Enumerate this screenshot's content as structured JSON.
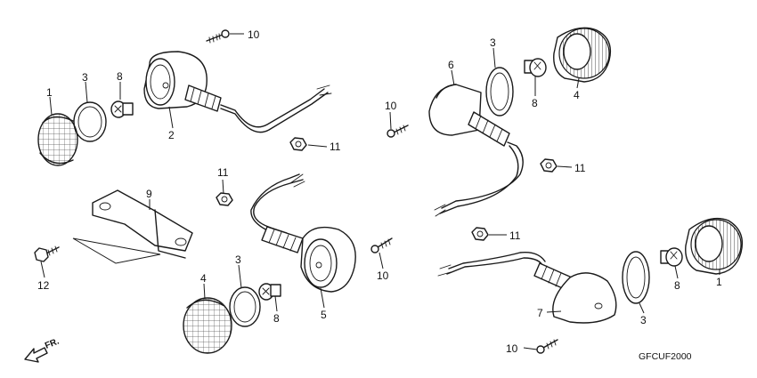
{
  "diagram": {
    "code": "GFCUF2000",
    "direction_label": "FR.",
    "callouts": [
      {
        "id": "c1",
        "text": "1"
      },
      {
        "id": "c3",
        "text": "3"
      },
      {
        "id": "c8",
        "text": "8"
      },
      {
        "id": "c2",
        "text": "2"
      },
      {
        "id": "c10",
        "text": "10"
      },
      {
        "id": "c11",
        "text": "11"
      },
      {
        "id": "c6",
        "text": "6"
      },
      {
        "id": "c3b",
        "text": "3"
      },
      {
        "id": "c8b",
        "text": "8"
      },
      {
        "id": "c4",
        "text": "4"
      },
      {
        "id": "c10b",
        "text": "10"
      },
      {
        "id": "c11b",
        "text": "11"
      },
      {
        "id": "c11c",
        "text": "11"
      },
      {
        "id": "c9",
        "text": "9"
      },
      {
        "id": "c12",
        "text": "12"
      },
      {
        "id": "c4b",
        "text": "4"
      },
      {
        "id": "c3c",
        "text": "3"
      },
      {
        "id": "c8c",
        "text": "8"
      },
      {
        "id": "c5",
        "text": "5"
      },
      {
        "id": "c10c",
        "text": "10"
      },
      {
        "id": "c11d",
        "text": "11"
      },
      {
        "id": "c7",
        "text": "7"
      },
      {
        "id": "c3d",
        "text": "3"
      },
      {
        "id": "c8d",
        "text": "8"
      },
      {
        "id": "c1b",
        "text": "1"
      },
      {
        "id": "c10d",
        "text": "10"
      }
    ]
  }
}
